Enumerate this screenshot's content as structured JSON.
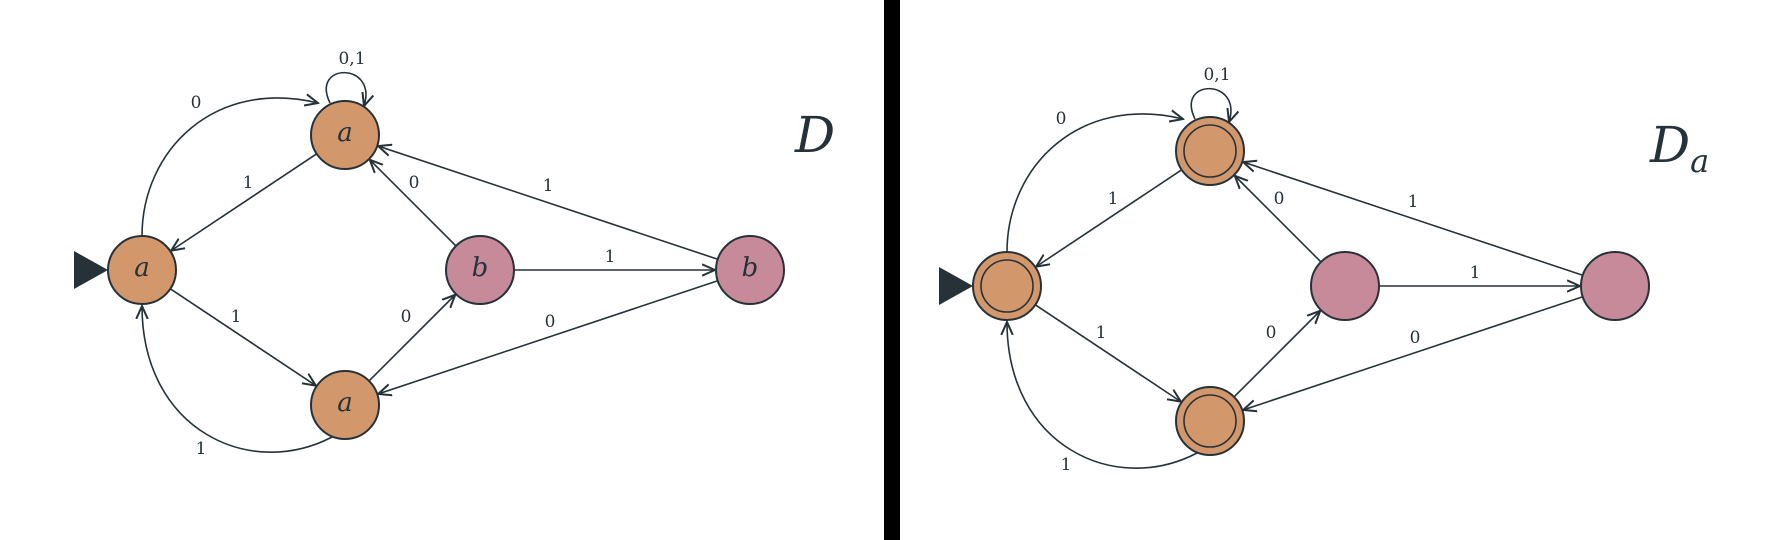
{
  "colors": {
    "state_a": "#d3976c",
    "state_b": "#c68a9a",
    "ink": "#263238",
    "divider": "#000000"
  },
  "graphs": [
    {
      "title": "D",
      "subscript": "",
      "show_node_labels": true,
      "nodes": [
        {
          "id": "q0",
          "label": "a",
          "type": "a",
          "accepting": false,
          "start": true
        },
        {
          "id": "q1",
          "label": "a",
          "type": "a",
          "accepting": false,
          "start": false
        },
        {
          "id": "q2",
          "label": "a",
          "type": "a",
          "accepting": false,
          "start": false
        },
        {
          "id": "q3",
          "label": "b",
          "type": "b",
          "accepting": false,
          "start": false
        },
        {
          "id": "q4",
          "label": "b",
          "type": "b",
          "accepting": false,
          "start": false
        }
      ],
      "edges": [
        {
          "from": "q0",
          "to": "q1",
          "label": "0"
        },
        {
          "from": "q1",
          "to": "q1",
          "label": "0,1"
        },
        {
          "from": "q1",
          "to": "q0",
          "label": "1"
        },
        {
          "from": "q3",
          "to": "q1",
          "label": "0"
        },
        {
          "from": "q4",
          "to": "q1",
          "label": "1"
        },
        {
          "from": "q3",
          "to": "q4",
          "label": "1"
        },
        {
          "from": "q0",
          "to": "q2",
          "label": "1"
        },
        {
          "from": "q2",
          "to": "q3",
          "label": "0"
        },
        {
          "from": "q4",
          "to": "q2",
          "label": "0"
        },
        {
          "from": "q2",
          "to": "q0",
          "label": "1"
        }
      ]
    },
    {
      "title": "D",
      "subscript": "a",
      "show_node_labels": false,
      "nodes": [
        {
          "id": "q0",
          "label": "",
          "type": "a",
          "accepting": true,
          "start": true
        },
        {
          "id": "q1",
          "label": "",
          "type": "a",
          "accepting": true,
          "start": false
        },
        {
          "id": "q2",
          "label": "",
          "type": "a",
          "accepting": true,
          "start": false
        },
        {
          "id": "q3",
          "label": "",
          "type": "b",
          "accepting": false,
          "start": false
        },
        {
          "id": "q4",
          "label": "",
          "type": "b",
          "accepting": false,
          "start": false
        }
      ],
      "edges": [
        {
          "from": "q0",
          "to": "q1",
          "label": "0"
        },
        {
          "from": "q1",
          "to": "q1",
          "label": "0,1"
        },
        {
          "from": "q1",
          "to": "q0",
          "label": "1"
        },
        {
          "from": "q3",
          "to": "q1",
          "label": "0"
        },
        {
          "from": "q4",
          "to": "q1",
          "label": "1"
        },
        {
          "from": "q3",
          "to": "q4",
          "label": "1"
        },
        {
          "from": "q0",
          "to": "q2",
          "label": "1"
        },
        {
          "from": "q2",
          "to": "q3",
          "label": "0"
        },
        {
          "from": "q4",
          "to": "q2",
          "label": "0"
        },
        {
          "from": "q2",
          "to": "q0",
          "label": "1"
        }
      ]
    }
  ]
}
